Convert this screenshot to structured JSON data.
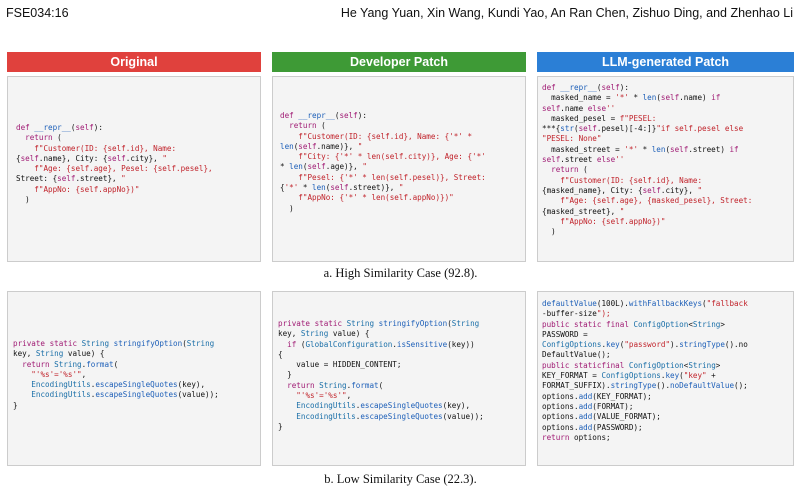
{
  "header": {
    "left": "FSE034:16",
    "right": "He Yang Yuan, Xin Wang, Kundi Yao, An Ran Chen, Zishuo Ding, and Zhenhao Li"
  },
  "columns": {
    "original": "Original",
    "developer": "Developer Patch",
    "llm": "LLM-generated Patch"
  },
  "colors": {
    "original": "#e0413d",
    "developer": "#3e9a36",
    "llm": "#2b7fd6"
  },
  "captions": {
    "high": "a.   High Similarity Case (92.8).",
    "low": "b.   Low Similarity Case (22.3)."
  },
  "code": {
    "high_original": [
      "def __repr__(self):",
      "  return (",
      "    f\"Customer(ID: {self.id}, Name:",
      "{self.name}, City: {self.city}, \"",
      "    f\"Age: {self.age}, Pesel: {self.pesel},",
      "Street: {self.street}, \"",
      "    f\"AppNo: {self.appNo})\"",
      "  )"
    ],
    "high_developer": [
      "def __repr__(self):",
      "  return (",
      "    f\"Customer(ID: {self.id}, Name: {'*' *",
      "len(self.name)}, \"",
      "    f\"City: {'*' * len(self.city)}, Age: {'*'",
      "* len(self.age)}, \"",
      "    f\"Pesel: {'*' * len(self.pesel)}, Street:",
      "{'*' * len(self.street)}, \"",
      "    f\"AppNo: {'*' * len(self.appNo)})\"",
      "  )"
    ],
    "high_llm": [
      "def __repr__(self):",
      "  masked_name = '*' * len(self.name) if",
      "self.name else''",
      "  masked_pesel = f\"PESEL:",
      "***{str(self.pesel)[-4:]}\"if self.pesel else",
      "\"PESEL: None\"",
      "  masked_street = '*' * len(self.street) if",
      "self.street else''",
      "  return (",
      "    f\"Customer(ID: {self.id}, Name:",
      "{masked_name}, City: {self.city}, \"",
      "    f\"Age: {self.age}, {masked_pesel}, Street:",
      "{masked_street}, \"",
      "    f\"AppNo: {self.appNo})\"",
      "  )"
    ],
    "low_original": [
      "private static String stringifyOption(String",
      "key, String value) {",
      "  return String.format(",
      "    \"'%s'='%s'\",",
      "    EncodingUtils.escapeSingleQuotes(key),",
      "    EncodingUtils.escapeSingleQuotes(value));",
      "}"
    ],
    "low_developer": [
      "private static String stringifyOption(String",
      "key, String value) {",
      "  if (GlobalConfiguration.isSensitive(key))",
      "{",
      "    value = HIDDEN_CONTENT;",
      "  }",
      "  return String.format(",
      "    \"'%s'='%s'\",",
      "    EncodingUtils.escapeSingleQuotes(key),",
      "    EncodingUtils.escapeSingleQuotes(value));",
      "}"
    ],
    "low_llm": [
      "defaultValue(100L).withFallbackKeys(\"fallback",
      "-buffer-size\");",
      "public static final ConfigOption<String>",
      "PASSWORD =",
      "ConfigOptions.key(\"password\").stringType().no",
      "DefaultValue();",
      "public staticfinal ConfigOption<String>",
      "KEY_FORMAT = ConfigOptions.key(\"key\" +",
      "FORMAT_SUFFIX).stringType().noDefaultValue();",
      "options.add(KEY_FORMAT);",
      "options.add(FORMAT);",
      "options.add(VALUE_FORMAT);",
      "options.add(PASSWORD);",
      "return options;"
    ]
  }
}
